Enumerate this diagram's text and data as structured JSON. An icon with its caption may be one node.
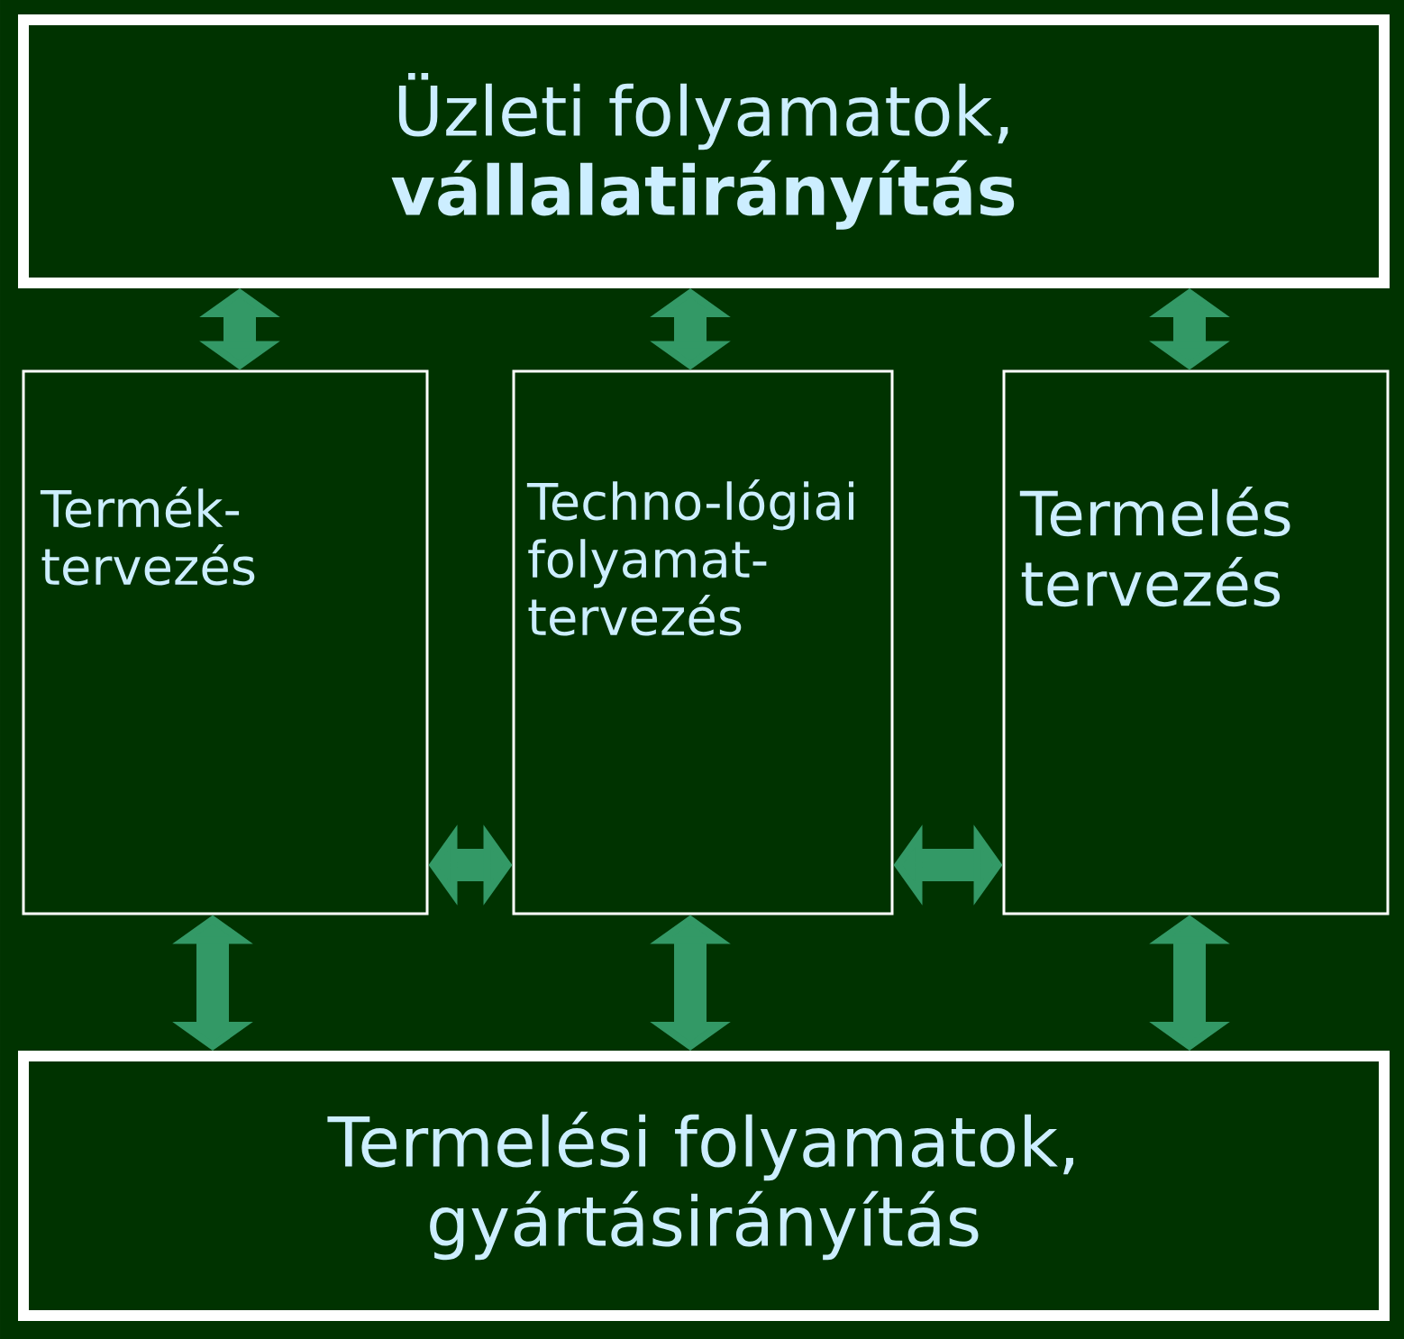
{
  "diagram": {
    "nodes": [
      {
        "text": [
          "Üzleti folyamatok, **vállalatirányítás**"
        ]
      },
      {
        "text": [
          "Termék-tervezés"
        ]
      },
      {
        "text": [
          "Techno-lógiai folyamat-tervezés"
        ]
      },
      {
        "text": [
          "Termelés tervezés"
        ]
      },
      {
        "text": [
          "Termelési folyamatok, gyártásirányítás"
        ]
      }
    ],
    "edges": [
      {
        "from": 0,
        "to": 1,
        "arrow": "both"
      },
      {
        "from": 0,
        "to": 2,
        "arrow": "both"
      },
      {
        "from": 0,
        "to": 3,
        "arrow": "both"
      },
      {
        "from": 1,
        "to": 2,
        "arrow": "both"
      },
      {
        "from": 2,
        "to": 3,
        "arrow": "both"
      },
      {
        "from": 1,
        "to": 4,
        "arrow": "both"
      },
      {
        "from": 2,
        "to": 4,
        "arrow": "both"
      },
      {
        "from": 3,
        "to": 4,
        "arrow": "both"
      }
    ]
  }
}
